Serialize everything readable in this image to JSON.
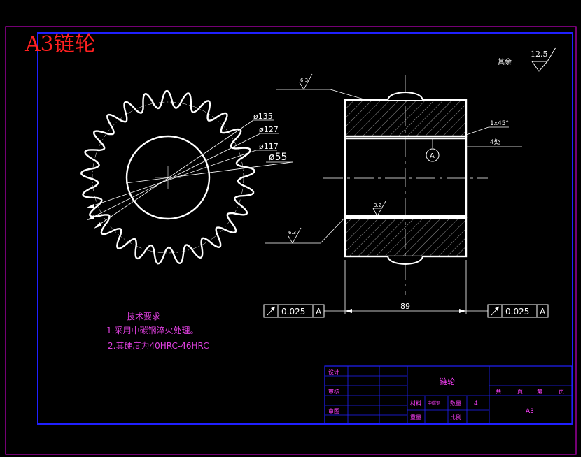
{
  "title": {
    "text": "A3链轮",
    "color": "#ff2020"
  },
  "colors": {
    "background": "#000000",
    "outer_border": "#c000c0",
    "inner_border": "#2020ff",
    "outline": "#ffffff",
    "dimension": "#ffffff",
    "annotation": "#e040e0",
    "title_block_text": "#ff40ff",
    "title_block_lines": "#2020ff"
  },
  "left_view": {
    "dimensions": [
      "ø135",
      "ø127",
      "ø117",
      "ø55"
    ],
    "tooth_count": 25
  },
  "right_view": {
    "roughness_top": "6.3",
    "roughness_bottom": "6.3",
    "roughness_bore": "3.2",
    "roughness_rest_label": "其余",
    "roughness_rest_value": "12.5",
    "chamfer_label": "1x45°",
    "chamfer_count": "4处",
    "datum": "A",
    "width_dim": "89",
    "runout_left": {
      "value": "0.025",
      "datum": "A"
    },
    "runout_right": {
      "value": "0.025",
      "datum": "A"
    }
  },
  "tech_requirements": {
    "heading": "技术要求",
    "items": [
      "1.采用中碳钢淬火处理。",
      "2.其硬度为40HRC-46HRC"
    ]
  },
  "title_block": {
    "design_label": "设计",
    "check_label": "审核",
    "approve_label": "审图",
    "part_name": "链轮",
    "material_label": "材料",
    "material_value": "中碳钢",
    "qty_label": "数量",
    "qty_value": "4",
    "weight_label": "重量",
    "scale_label": "比例",
    "sheet_total_label": "共",
    "sheet_page_label": "页",
    "sheet_num_label": "第",
    "sheet_page_label2": "页",
    "format": "A3"
  }
}
